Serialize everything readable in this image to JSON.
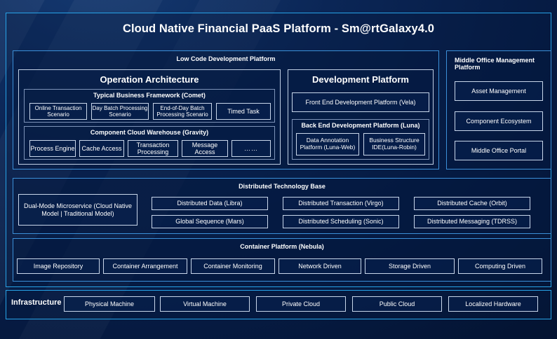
{
  "colors": {
    "background_deep": "#04173c",
    "background_mid": "#0b2656",
    "accent_cyan": "#27a3e8",
    "accent_blue": "#3b8fd8",
    "chip_border": "#c8d6ea",
    "text": "#ffffff"
  },
  "title": "Cloud Native Financial PaaS Platform - Sm@rtGalaxy4.0",
  "low_code": {
    "title": "Low Code Development Platform",
    "operation_architecture": {
      "title": "Operation Architecture",
      "typical_business_framework": {
        "title": "Typical Business Framework (Comet)",
        "items": [
          "Online Transaction Scenario",
          "Day Batch Processing Scenario",
          "End-of-Day Batch Processing Scenario",
          "Timed Task"
        ]
      },
      "component_cloud_warehouse": {
        "title": "Component Cloud Warehouse (Gravity)",
        "items": [
          "Process Engine",
          "Cache Access",
          "Transaction Processing",
          "Message Access",
          "……"
        ]
      }
    },
    "development_platform": {
      "title": "Development Platform",
      "front_end": "Front End Development Platform (Vela)",
      "back_end": {
        "title": "Back End Development Platform (Luna)",
        "items": [
          "Data Annotation Platform (Luna-Web)",
          "Business Structure IDE(Luna-Robin)"
        ]
      }
    }
  },
  "middle_office": {
    "title": "Middle Office Management Platform",
    "items": [
      "Asset Management",
      "Component Ecosystem",
      "Middle Office Portal"
    ]
  },
  "distributed_technology_base": {
    "title": "Distributed Technology Base",
    "dual_mode": "Dual-Mode Microservice (Cloud Native Model | Traditional Model)",
    "items": [
      "Distributed Data (Libra)",
      "Global Sequence (Mars)",
      "Distributed Transaction (Virgo)",
      "Distributed Scheduling (Sonic)",
      "Distributed Cache (Orbit)",
      "Distributed Messaging (TDRSS)"
    ]
  },
  "container_platform": {
    "title": "Container Platform (Nebula)",
    "items": [
      "Image Repository",
      "Container Arrangement",
      "Container Monitoring",
      "Network Driven",
      "Storage Driven",
      "Computing Driven"
    ]
  },
  "infrastructure": {
    "label": "Infrastructure",
    "items": [
      "Physical Machine",
      "Virtual Machine",
      "Private Cloud",
      "Public Cloud",
      "Localized Hardware"
    ]
  }
}
